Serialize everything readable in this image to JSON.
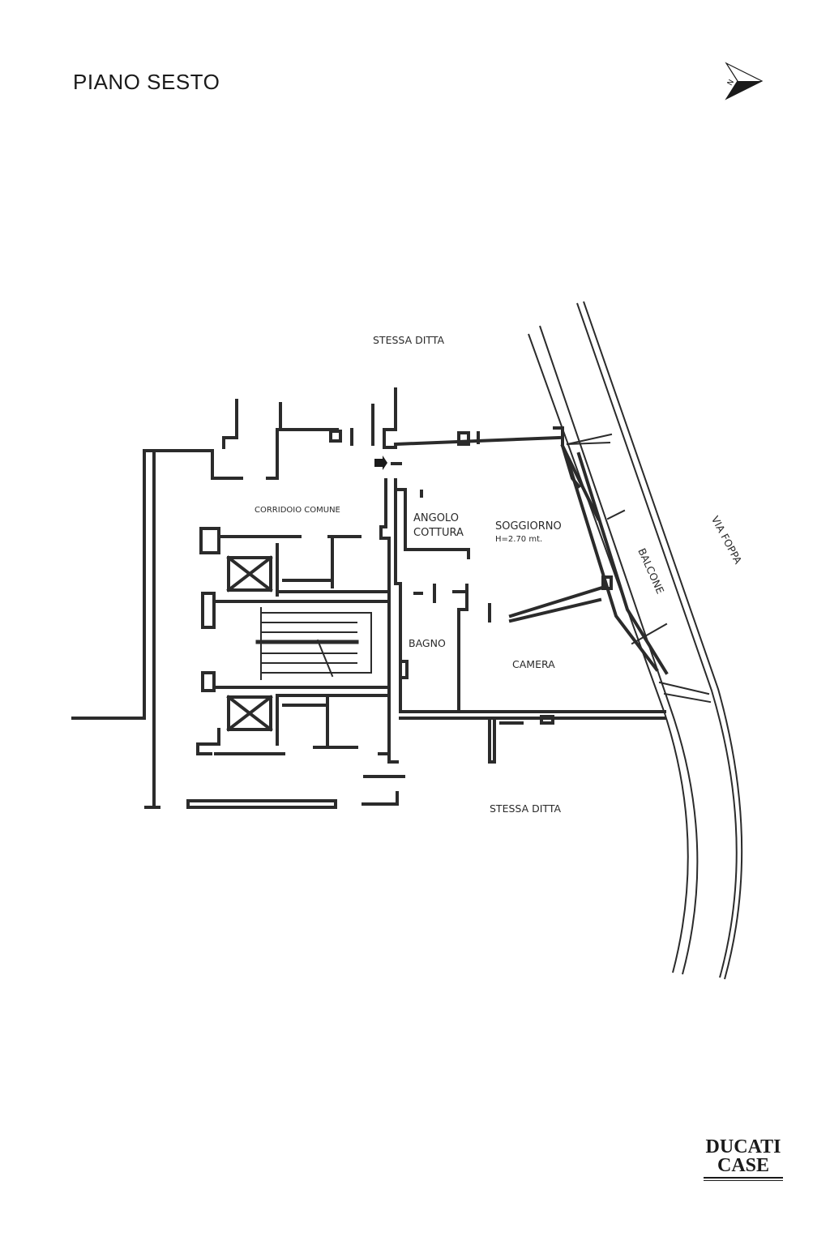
{
  "title": "PIANO SESTO",
  "compass": {
    "letter": "N"
  },
  "labels": {
    "top_neighbor": "STESSA DITTA",
    "bottom_neighbor": "STESSA DITTA",
    "corridor": "CORRIDOIO COMUNE",
    "kitchen_line1": "ANGOLO",
    "kitchen_line2": "COTTURA",
    "living": "SOGGIORNO",
    "height": "H=2.70 mt.",
    "bath": "BAGNO",
    "bedroom": "CAMERA",
    "balcony": "BALCONE",
    "street": "VIA FOPPA"
  },
  "logo": {
    "line1": "DUCATI",
    "line2": "CASE"
  },
  "colors": {
    "ink": "#1a1a1a",
    "wall": "#2b2b2b"
  }
}
